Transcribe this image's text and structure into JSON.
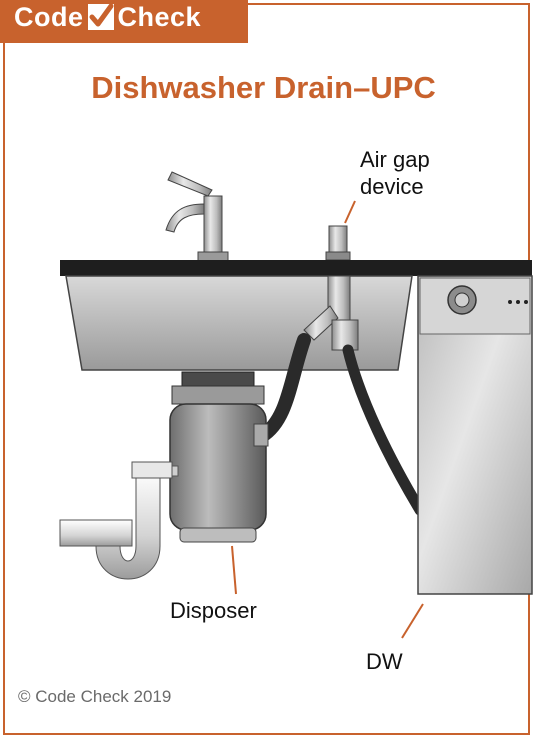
{
  "brand": {
    "word1": "Code",
    "word2": "Check",
    "check_icon": "checkbox-check-icon"
  },
  "title": "Dishwasher Drain–UPC",
  "labels": {
    "air_gap_line1": "Air gap",
    "air_gap_line2": "device",
    "disposer": "Disposer",
    "dw": "DW"
  },
  "copyright": "© Code Check 2019",
  "colors": {
    "accent": "#c8622d",
    "text": "#111111",
    "copyright": "#6a6a6a"
  }
}
